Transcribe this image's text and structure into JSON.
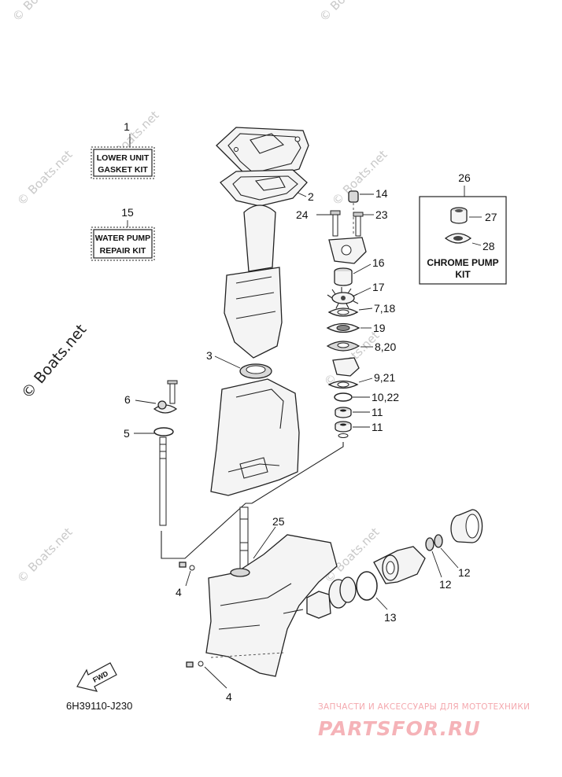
{
  "watermarks": [
    "© Boats.net",
    "© Boats.net",
    "© Boats.net",
    "© Boats.net",
    "© Boats.net",
    "© Boats.net",
    "© Boats.net",
    "© Boats.net"
  ],
  "watermark_main": "© Boats.net",
  "kits": {
    "lower_unit": {
      "number": "1",
      "line1": "LOWER UNIT",
      "line2": "GASKET KIT"
    },
    "water_pump": {
      "number": "15",
      "line1": "WATER PUMP",
      "line2": "REPAIR KIT"
    },
    "chrome_pump": {
      "number": "26",
      "line1": "CHROME PUMP",
      "line2": "KIT"
    }
  },
  "callouts": {
    "c2": "2",
    "c3": "3",
    "c4a": "4",
    "c4b": "4",
    "c5": "5",
    "c6": "6",
    "c7_18": "7,18",
    "c8_20": "8,20",
    "c9_21": "9,21",
    "c10_22": "10,22",
    "c11a": "11",
    "c11b": "11",
    "c12a": "12",
    "c12b": "12",
    "c13": "13",
    "c14": "14",
    "c16": "16",
    "c17": "17",
    "c19": "19",
    "c23": "23",
    "c24": "24",
    "c25": "25",
    "c27": "27",
    "c28": "28"
  },
  "fwd_label": "FWD",
  "diagram_code": "6H39110-J230",
  "shop": {
    "tagline": "ЗАПЧАСТИ И АКСЕССУАРЫ ДЛЯ МОТОТЕХНИКИ",
    "brand": "PARTSFOR.RU"
  }
}
